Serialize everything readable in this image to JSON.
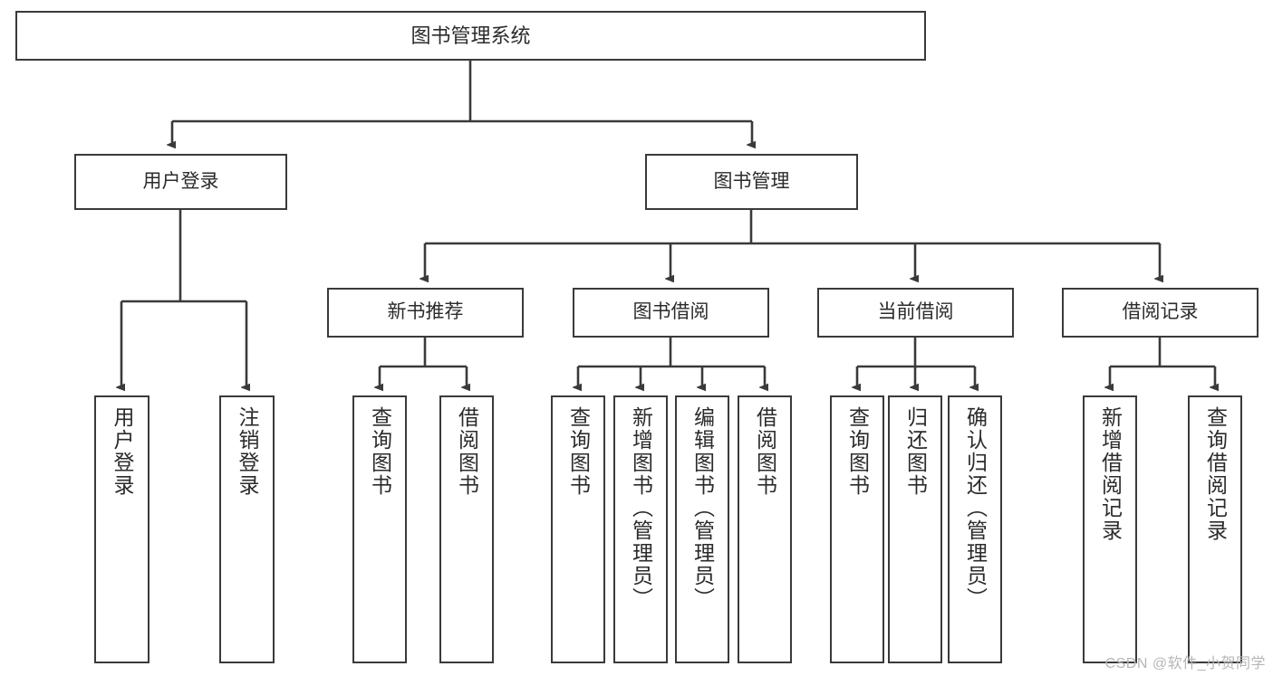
{
  "diagram": {
    "type": "tree",
    "title": "图书管理系统",
    "watermark": "CSDN @软件_小贺同学",
    "colors": {
      "stroke": "#3a3a3a",
      "fill": "#ffffff",
      "text": "#2b2b2b",
      "watermark": "#b6b6b6"
    },
    "nodes": {
      "root": "图书管理系统",
      "level1": [
        "用户登录",
        "图书管理"
      ],
      "level2": [
        "新书推荐",
        "图书借阅",
        "当前借阅",
        "借阅记录"
      ],
      "leaves": {
        "user_login": [
          "用户登录",
          "注销登录"
        ],
        "new_book": [
          "查询图书",
          "借阅图书"
        ],
        "book_borrow": [
          "查询图书",
          "新增图书（管理员）",
          "编辑图书（管理员）",
          "借阅图书"
        ],
        "current_borrow": [
          "查询图书",
          "归还图书",
          "确认归还（管理员）"
        ],
        "borrow_record": [
          "新增借阅记录",
          "查询借阅记录"
        ]
      }
    }
  }
}
